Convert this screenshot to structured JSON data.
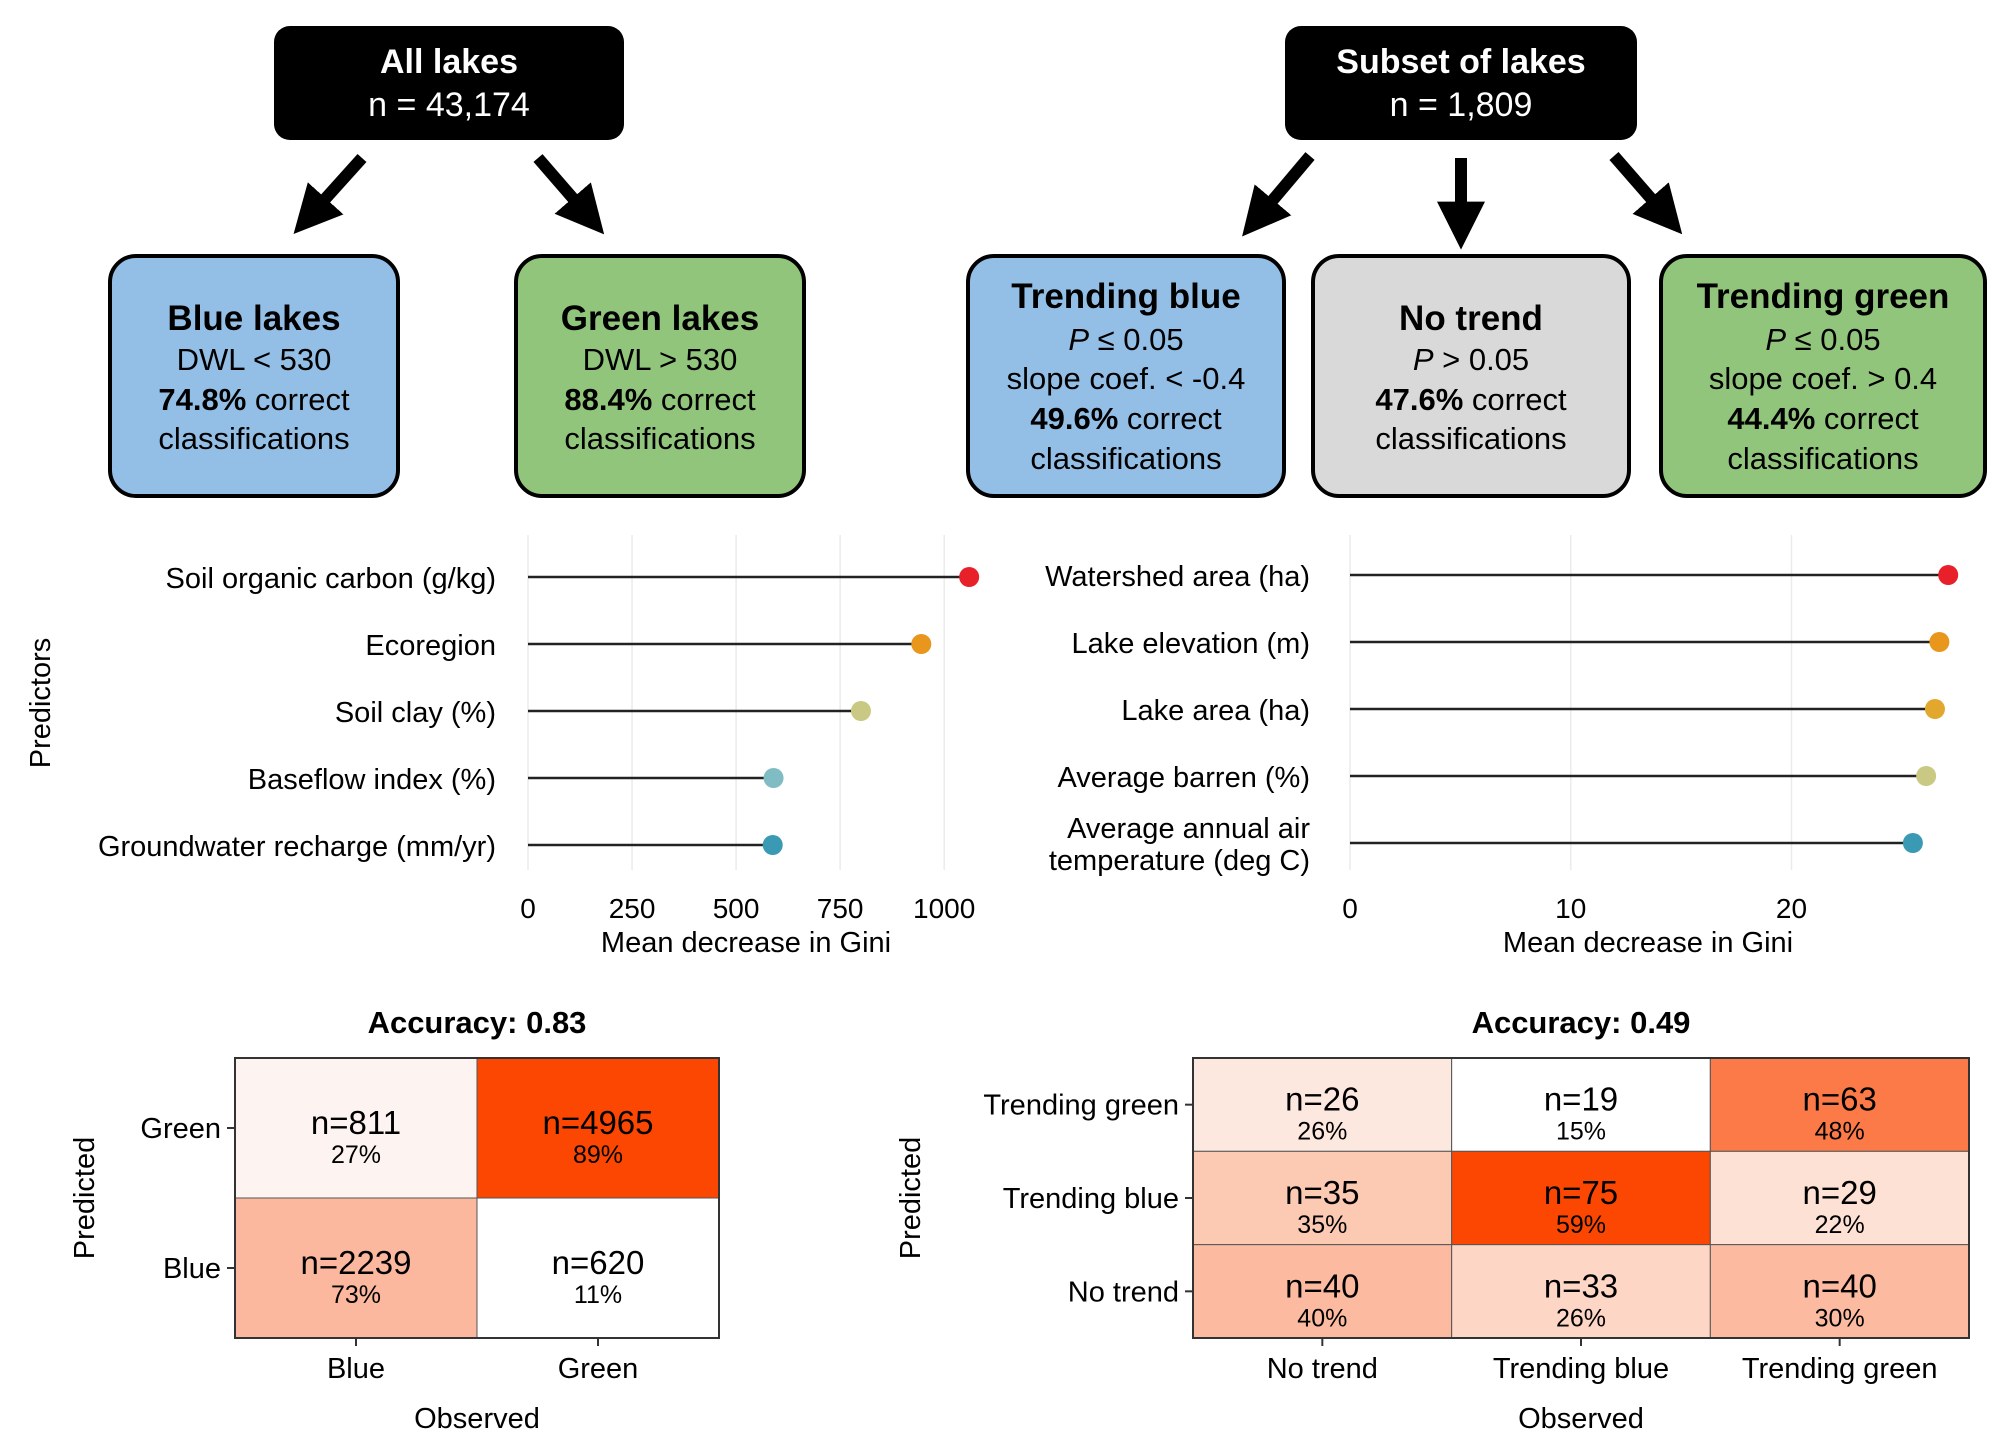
{
  "flow": {
    "left_root": {
      "title": "All lakes",
      "sub": "n = 43,174"
    },
    "right_root": {
      "title": "Subset of lakes",
      "sub": "n = 1,809"
    },
    "left_classes": [
      {
        "title": "Blue lakes",
        "lines": [
          "DWL < 530"
        ],
        "pct": "74.8%",
        "pct_rest": " correct",
        "last": "classifications",
        "fill": "#93bfe6"
      },
      {
        "title": "Green lakes",
        "lines": [
          "DWL > 530"
        ],
        "pct": "88.4%",
        "pct_rest": " correct",
        "last": "classifications",
        "fill": "#92c57c"
      }
    ],
    "right_classes": [
      {
        "title": "Trending blue",
        "pvar": "P",
        "pexpr": " ≤ 0.05",
        "lines": [
          "slope coef. < -0.4"
        ],
        "pct": "49.6%",
        "pct_rest": " correct",
        "last": "classifications",
        "fill": "#93bfe6"
      },
      {
        "title": "No trend",
        "pvar": "P",
        "pexpr": " > 0.05",
        "lines": [],
        "pct": "47.6%",
        "pct_rest": " correct",
        "last": "classifications",
        "fill": "#d9d9d9"
      },
      {
        "title": "Trending green",
        "pvar": "P",
        "pexpr": " ≤ 0.05",
        "lines": [
          "slope coef. > 0.4"
        ],
        "pct": "44.4%",
        "pct_rest": " correct",
        "last": "classifications",
        "fill": "#92c57c"
      }
    ]
  },
  "chart_data": [
    {
      "type": "lollipop",
      "ylabel": "Predictors",
      "xlabel": "Mean decrease in Gini",
      "xlim": [
        0,
        1050
      ],
      "xticks": [
        0,
        250,
        500,
        750,
        1000
      ],
      "grid": true,
      "categories": [
        "Soil organic carbon (g/kg)",
        "Ecoregion",
        "Soil clay (%)",
        "Baseflow index (%)",
        "Groundwater recharge (mm/yr)"
      ],
      "values": [
        1060,
        945,
        800,
        590,
        588
      ],
      "colors": [
        "#e8202a",
        "#e8961c",
        "#c9c983",
        "#7fbcc4",
        "#3a9ab4"
      ]
    },
    {
      "type": "lollipop",
      "ylabel": "",
      "xlabel": "Mean decrease in Gini",
      "xlim": [
        0,
        27
      ],
      "xticks": [
        0,
        10,
        20
      ],
      "grid": true,
      "categories": [
        "Watershed area (ha)",
        "Lake elevation (m)",
        "Lake area (ha)",
        "Average barren (%)",
        "Average annual air temperature (deg C)"
      ],
      "category_lines": [
        [
          "Watershed area (ha)"
        ],
        [
          "Lake elevation (m)"
        ],
        [
          "Lake area (ha)"
        ],
        [
          "Average barren (%)"
        ],
        [
          "Average annual air",
          "temperature (deg C)"
        ]
      ],
      "values": [
        27.1,
        26.7,
        26.5,
        26.1,
        25.5
      ],
      "colors": [
        "#e8202a",
        "#e8961c",
        "#e2a82e",
        "#c9c983",
        "#3a9ab4"
      ]
    },
    {
      "type": "heatmap",
      "title": "Accuracy: 0.83",
      "xlabel": "Observed",
      "ylabel": "Predicted",
      "x_categories": [
        "Blue",
        "Green"
      ],
      "y_categories": [
        "Green",
        "Blue"
      ],
      "cells": [
        [
          {
            "n": "n=811",
            "pct": "27%",
            "fill": "#fdf4f1"
          },
          {
            "n": "n=4965",
            "pct": "89%",
            "fill": "#fc4702"
          }
        ],
        [
          {
            "n": "n=2239",
            "pct": "73%",
            "fill": "#fbb89e"
          },
          {
            "n": "n=620",
            "pct": "11%",
            "fill": "#ffffff"
          }
        ]
      ]
    },
    {
      "type": "heatmap",
      "title": "Accuracy: 0.49",
      "xlabel": "Observed",
      "ylabel": "Predicted",
      "x_categories": [
        "No trend",
        "Trending blue",
        "Trending green"
      ],
      "y_categories": [
        "Trending green",
        "Trending blue",
        "No trend"
      ],
      "cells": [
        [
          {
            "n": "n=26",
            "pct": "26%",
            "fill": "#fde8e0"
          },
          {
            "n": "n=19",
            "pct": "15%",
            "fill": "#ffffff"
          },
          {
            "n": "n=63",
            "pct": "48%",
            "fill": "#fb7a48"
          }
        ],
        [
          {
            "n": "n=35",
            "pct": "35%",
            "fill": "#fcc9b3"
          },
          {
            "n": "n=75",
            "pct": "59%",
            "fill": "#fc4702"
          },
          {
            "n": "n=29",
            "pct": "22%",
            "fill": "#fde1d5"
          }
        ],
        [
          {
            "n": "n=40",
            "pct": "40%",
            "fill": "#fcbba0"
          },
          {
            "n": "n=33",
            "pct": "26%",
            "fill": "#fdd6c6"
          },
          {
            "n": "n=40",
            "pct": "30%",
            "fill": "#fcbba0"
          }
        ]
      ]
    }
  ]
}
